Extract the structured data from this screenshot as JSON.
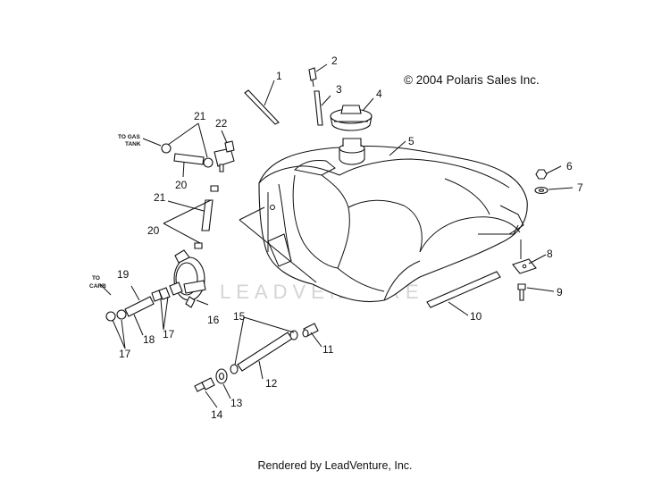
{
  "copyright": "© 2004 Polaris Sales Inc.",
  "footer": "Rendered by LeadVenture, Inc.",
  "watermark": "LEADVENTURE",
  "labels": {
    "to_gas_tank_1": "TO GAS",
    "to_gas_tank_2": "TANK",
    "to_carb_1": "TO",
    "to_carb_2": "CARB"
  },
  "callouts": {
    "c1": "1",
    "c2": "2",
    "c3": "3",
    "c4": "4",
    "c5": "5",
    "c6": "6",
    "c7": "7",
    "c8": "8",
    "c9": "9",
    "c10": "10",
    "c11": "11",
    "c12": "12",
    "c13": "13",
    "c14": "14",
    "c15": "15",
    "c16": "16",
    "c17a": "17",
    "c17b": "17",
    "c18": "18",
    "c19": "19",
    "c20a": "20",
    "c20b": "20",
    "c21a": "21",
    "c21b": "21",
    "c22": "22"
  }
}
